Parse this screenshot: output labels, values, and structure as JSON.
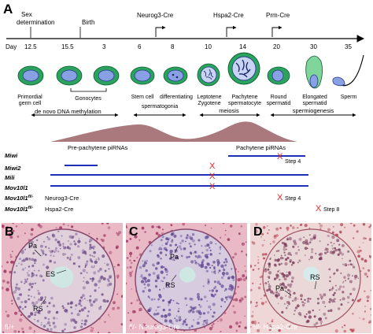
{
  "panel_a": {
    "letter": "A",
    "day_label": "Day",
    "days": [
      "12.5",
      "15.5",
      "3",
      "6",
      "8",
      "10",
      "14",
      "20",
      "30",
      "35"
    ],
    "events": {
      "sex_determination": [
        "Sex",
        "determination"
      ],
      "birth": "Birth",
      "neurog3_cre": "Neurog3-Cre",
      "hspa2_cre": "Hspa2-Cre",
      "prm_cre": "Prm-Cre"
    },
    "cell_labels": {
      "primordial": [
        "Primordial",
        "germ cell"
      ],
      "gonocytes": "Gonocytes",
      "stem_cell": "Stem cell",
      "differentiating": "differentiating",
      "spermatogonia": "spermatogonia",
      "leptotene": [
        "Leptotene",
        "Zygotene"
      ],
      "pachytene": [
        "Pachytene",
        "spermatocyte"
      ],
      "round": [
        "Round",
        "spermatid"
      ],
      "elongated": [
        "Elongated",
        "spermatid"
      ],
      "sperm": "Sperm"
    },
    "processes": {
      "de_novo": "de novo DNA methylation",
      "meiosis": "meiosis",
      "spermiogenesis": "spermiogenesis"
    },
    "pirna": {
      "prepachytene": "Pre-pachytene piRNAs",
      "pachytene": "Pachytene piRNAs"
    },
    "genes": {
      "miwi": "Miwi",
      "miwi2": "Miwi2",
      "mili": "Mili",
      "mov10l1": "Mov10l1",
      "mov10l1_neurog3": {
        "gene": "Mov10l1",
        "sup": "fl/-",
        "cre": "Neurog3-Cre"
      },
      "mov10l1_hspa2": {
        "gene": "Mov10l1",
        "sup": "fl/-",
        "cre": "Hspa2-Cre"
      }
    },
    "steps": {
      "miwi": "Step 4",
      "neurog3": "Step 4",
      "hspa2": "Step 8"
    },
    "arrest_mark": "X"
  },
  "panel_b": {
    "letter": "B",
    "genotype": "fl/+",
    "labels": {
      "pa": "Pa",
      "es": "ES",
      "rs": "RS"
    }
  },
  "panel_c": {
    "letter": "C",
    "genotype": "fl/- Neurog3-Cre",
    "labels": {
      "pa": "Pa",
      "rs": "RS"
    }
  },
  "panel_d": {
    "letter": "D",
    "genotype": "fl/- Hspa2-Cre",
    "labels": {
      "pa": "Pa",
      "rs": "RS"
    }
  },
  "colors": {
    "bar_blue": "#1f2fb8",
    "arrest_red": "#e8242a",
    "pirna_fill": "#a9797e",
    "cell_green": "#1e9a5a",
    "nucleus_blue": "#8aa0e4",
    "tissue_pink": "#e9b9c6"
  }
}
